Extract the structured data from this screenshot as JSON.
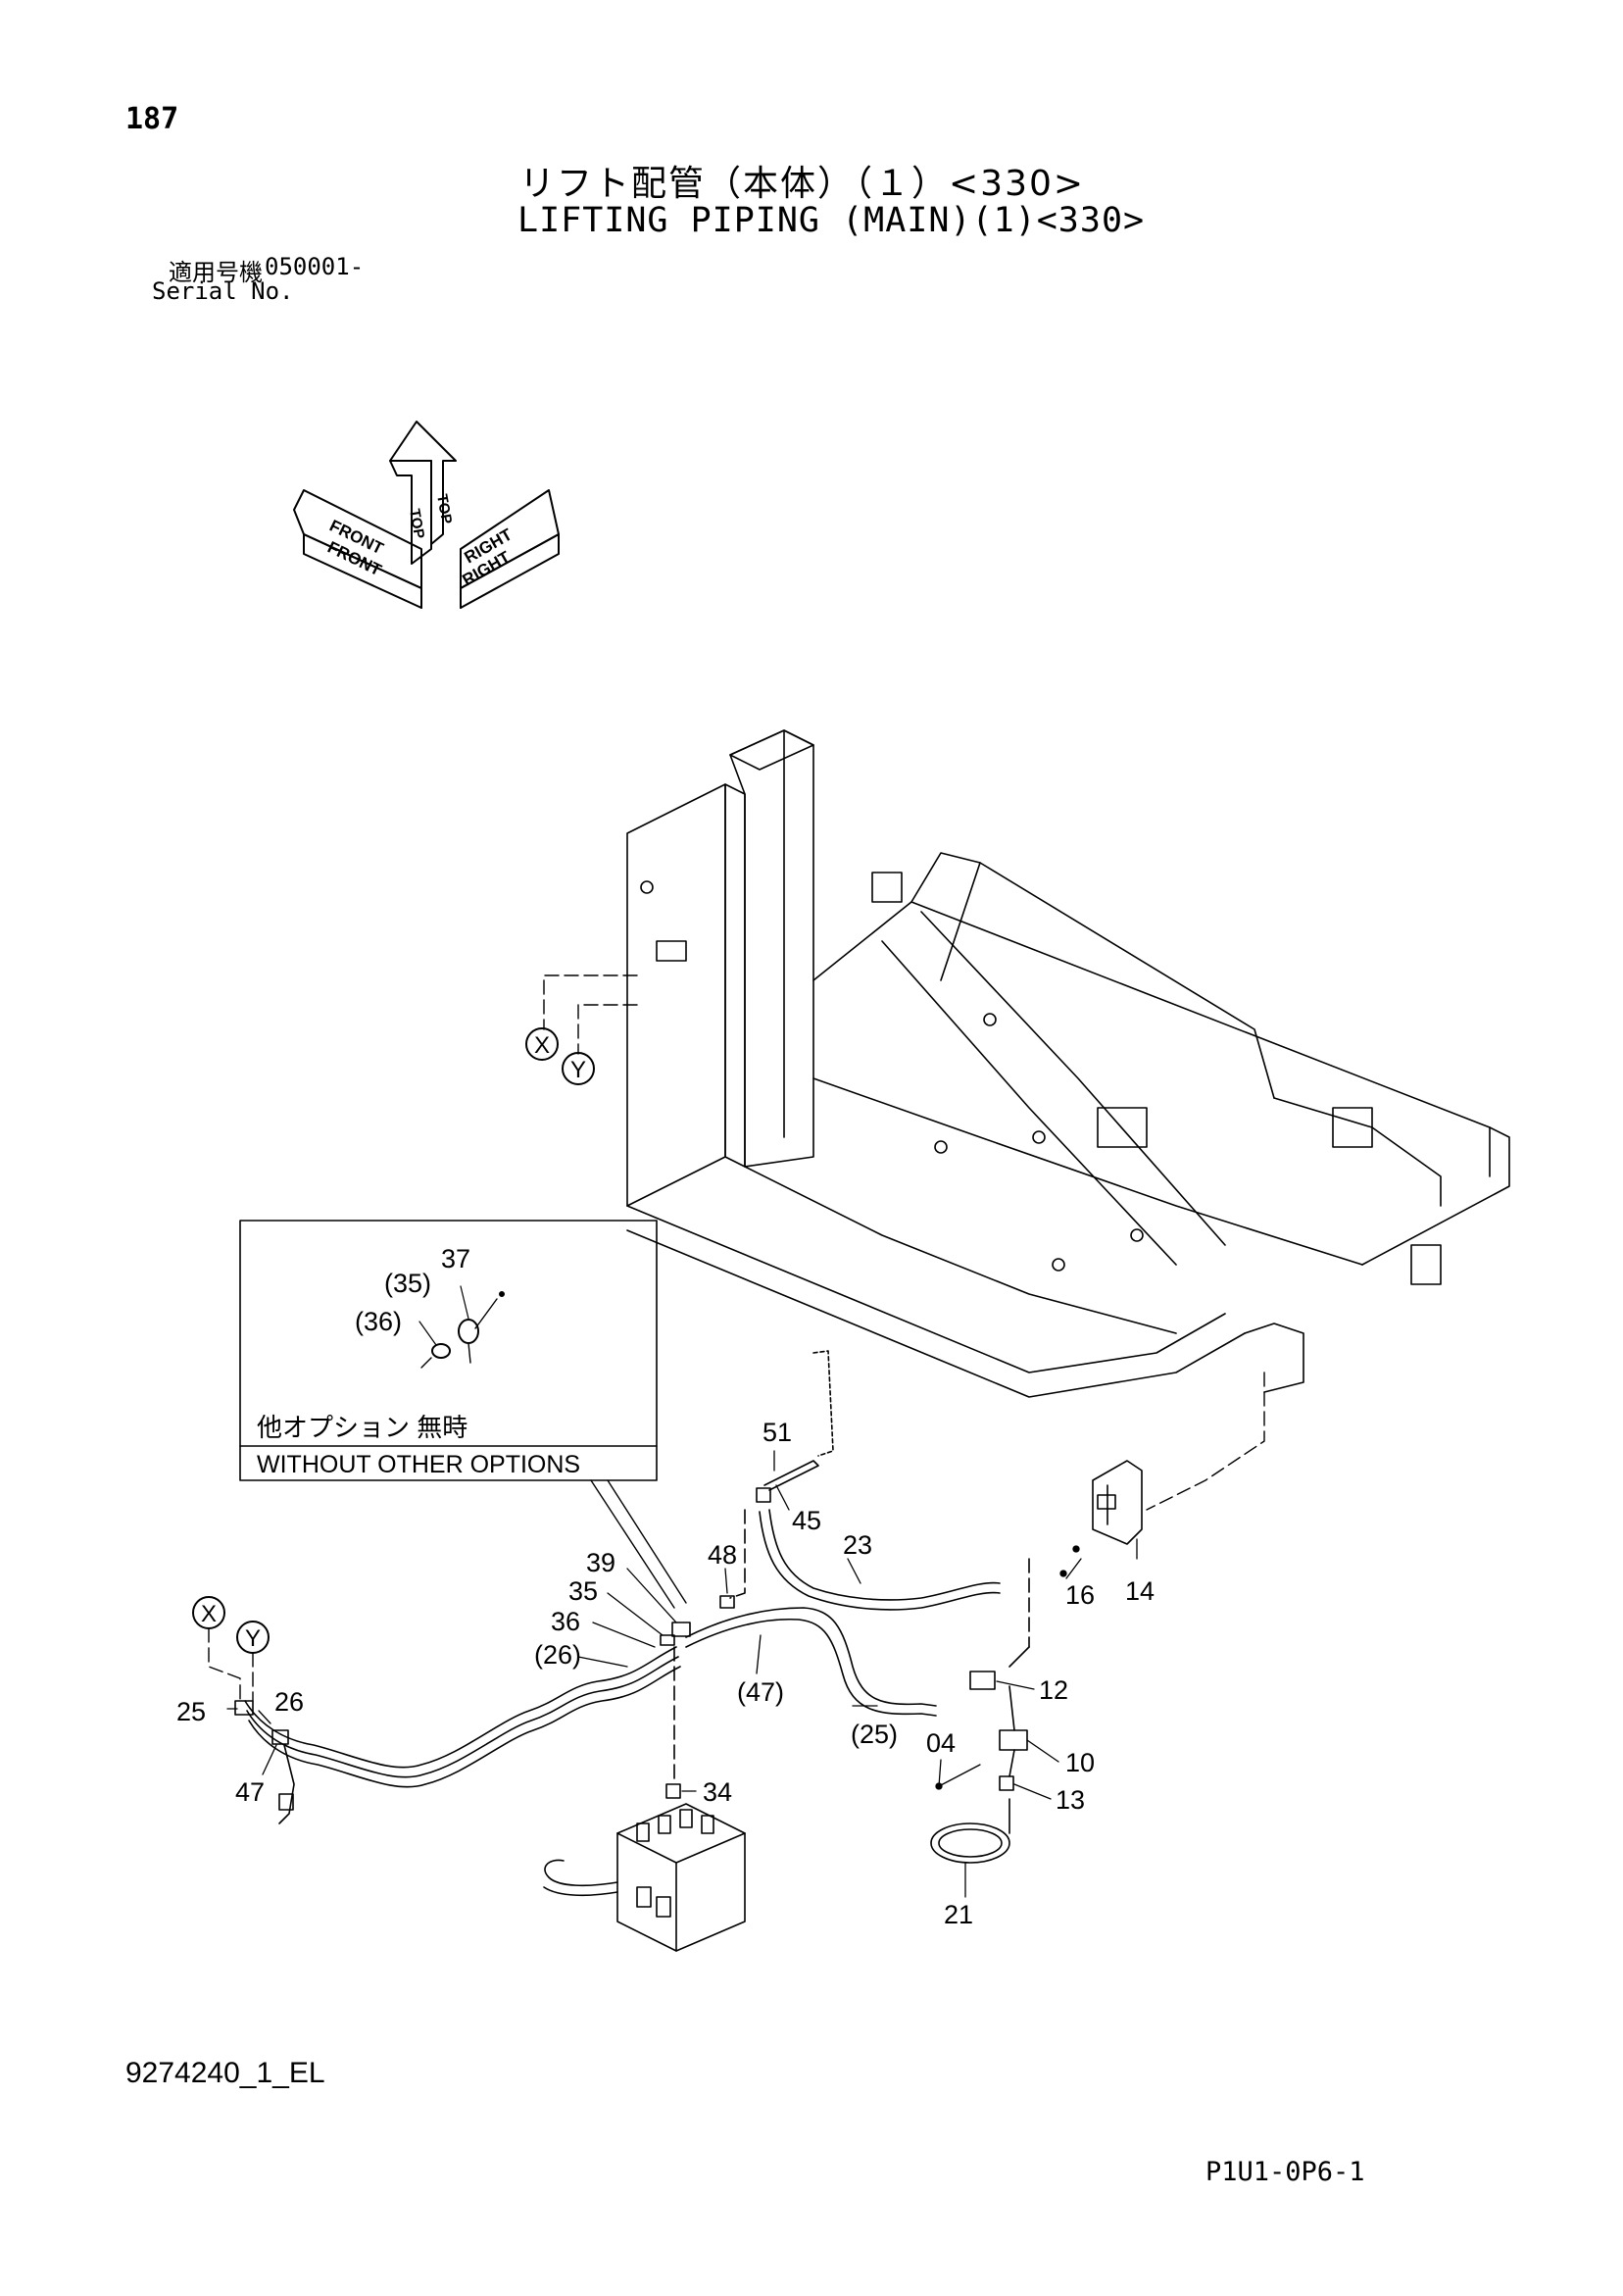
{
  "page_number": "187",
  "title_ja": "リフト配管（本体）（１）<330>",
  "title_en": "LIFTING PIPING (MAIN)(1)<330>",
  "serial": {
    "label_ja": "適用号機",
    "value": "050001-",
    "label_en": "Serial No."
  },
  "orientation": {
    "top_label": "TOP",
    "front_label": "FRONT",
    "right_label": "RIGHT"
  },
  "inset": {
    "caption_ja": "他オプション 無時",
    "caption_en": "WITHOUT OTHER OPTIONS",
    "labels": {
      "p37": "37",
      "p35": "(35)",
      "p36": "(36)"
    }
  },
  "circle_refs": {
    "x": "X",
    "y": "Y"
  },
  "part_labels": {
    "p51": "51",
    "p45": "45",
    "p23": "23",
    "p48": "48",
    "p39": "39",
    "p35": "35",
    "p36": "36",
    "p26_ref": "(26)",
    "p47_ref": "(47)",
    "p16": "16",
    "p14": "14",
    "p12": "12",
    "p25": "25",
    "p26": "26",
    "p25_ref": "(25)",
    "p04": "04",
    "p10": "10",
    "p47": "47",
    "p34": "34",
    "p13": "13",
    "p21": "21"
  },
  "doc_code": "9274240_1_EL",
  "page_code": "P1U1-0P6-1"
}
